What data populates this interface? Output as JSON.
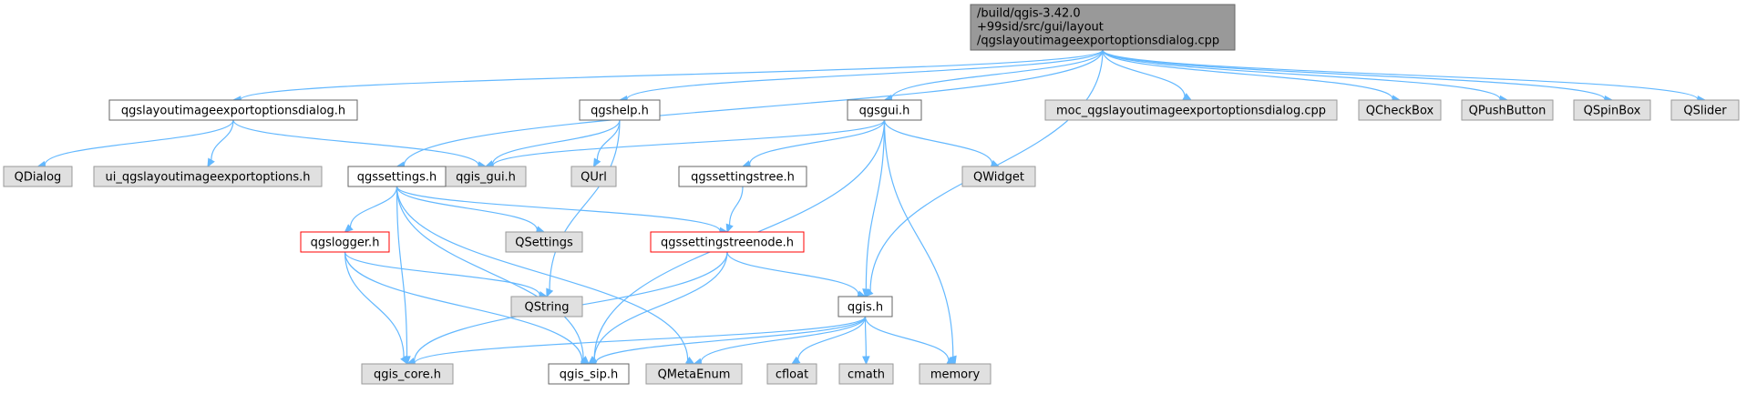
{
  "colors": {
    "root_fill": "#999999",
    "external_fill": "#e0e0e0",
    "external_stroke": "#999999",
    "doc_fill": "#ffffff",
    "doc_stroke": "#666666",
    "truncated_stroke": "#ff0000",
    "edge": "#63b8ff"
  },
  "nodes": [
    {
      "id": "root",
      "kind": "root",
      "lines": [
        "/build/qgis-3.42.0",
        "+99sid/src/gui/layout",
        "/qgslayoutimageexportoptionsdialog.cpp"
      ]
    },
    {
      "id": "dialog_h",
      "kind": "doc",
      "lines": [
        "qgslayoutimageexportoptionsdialog.h"
      ]
    },
    {
      "id": "qgshelp",
      "kind": "doc",
      "lines": [
        "qgshelp.h"
      ]
    },
    {
      "id": "qgsgui",
      "kind": "doc",
      "lines": [
        "qgsgui.h"
      ]
    },
    {
      "id": "moc",
      "kind": "external",
      "lines": [
        "moc_qgslayoutimageexportoptionsdialog.cpp"
      ]
    },
    {
      "id": "qcheckbox",
      "kind": "external",
      "lines": [
        "QCheckBox"
      ]
    },
    {
      "id": "qpushbutton",
      "kind": "external",
      "lines": [
        "QPushButton"
      ]
    },
    {
      "id": "qspinbox",
      "kind": "external",
      "lines": [
        "QSpinBox"
      ]
    },
    {
      "id": "qslider",
      "kind": "external",
      "lines": [
        "QSlider"
      ]
    },
    {
      "id": "qdialog",
      "kind": "external",
      "lines": [
        "QDialog"
      ]
    },
    {
      "id": "ui_h",
      "kind": "external",
      "lines": [
        "ui_qgslayoutimageexportoptions.h"
      ]
    },
    {
      "id": "qgis_gui",
      "kind": "external",
      "lines": [
        "qgis_gui.h"
      ]
    },
    {
      "id": "qurl",
      "kind": "external",
      "lines": [
        "QUrl"
      ]
    },
    {
      "id": "qgssettings",
      "kind": "doc",
      "lines": [
        "qgssettings.h"
      ]
    },
    {
      "id": "settingstree",
      "kind": "doc",
      "lines": [
        "qgssettingstree.h"
      ]
    },
    {
      "id": "qwidget",
      "kind": "external",
      "lines": [
        "QWidget"
      ]
    },
    {
      "id": "qgslogger",
      "kind": "truncated",
      "lines": [
        "qgslogger.h"
      ]
    },
    {
      "id": "qsettings",
      "kind": "external",
      "lines": [
        "QSettings"
      ]
    },
    {
      "id": "treenode",
      "kind": "truncated",
      "lines": [
        "qgssettingstreenode.h"
      ]
    },
    {
      "id": "qstring",
      "kind": "external",
      "lines": [
        "QString"
      ]
    },
    {
      "id": "qgis_h",
      "kind": "doc",
      "lines": [
        "qgis.h"
      ]
    },
    {
      "id": "qgis_core",
      "kind": "external",
      "lines": [
        "qgis_core.h"
      ]
    },
    {
      "id": "qgis_sip",
      "kind": "doc",
      "lines": [
        "qgis_sip.h"
      ]
    },
    {
      "id": "qmetaenum",
      "kind": "external",
      "lines": [
        "QMetaEnum"
      ]
    },
    {
      "id": "cfloat",
      "kind": "external",
      "lines": [
        "cfloat"
      ]
    },
    {
      "id": "cmath",
      "kind": "external",
      "lines": [
        "cmath"
      ]
    },
    {
      "id": "memory",
      "kind": "external",
      "lines": [
        "memory"
      ]
    }
  ],
  "edges": [
    [
      "root",
      "dialog_h"
    ],
    [
      "root",
      "qgshelp"
    ],
    [
      "root",
      "qgsgui"
    ],
    [
      "root",
      "moc"
    ],
    [
      "root",
      "qcheckbox"
    ],
    [
      "root",
      "qpushbutton"
    ],
    [
      "root",
      "qspinbox"
    ],
    [
      "root",
      "qslider"
    ],
    [
      "root",
      "qgssettings"
    ],
    [
      "root",
      "qgis_h"
    ],
    [
      "dialog_h",
      "qdialog"
    ],
    [
      "dialog_h",
      "ui_h"
    ],
    [
      "dialog_h",
      "qgis_gui"
    ],
    [
      "qgshelp",
      "qgis_gui"
    ],
    [
      "qgshelp",
      "qurl"
    ],
    [
      "qgshelp",
      "qstring"
    ],
    [
      "qgsgui",
      "qgis_gui"
    ],
    [
      "qgsgui",
      "settingstree"
    ],
    [
      "qgsgui",
      "qwidget"
    ],
    [
      "qgsgui",
      "qgis_h"
    ],
    [
      "qgsgui",
      "qgis_sip"
    ],
    [
      "qgsgui",
      "memory"
    ],
    [
      "settingstree",
      "treenode"
    ],
    [
      "qgssettings",
      "qgslogger"
    ],
    [
      "qgssettings",
      "qsettings"
    ],
    [
      "qgssettings",
      "treenode"
    ],
    [
      "qgssettings",
      "qgis_core"
    ],
    [
      "qgssettings",
      "qgis_sip"
    ],
    [
      "qgssettings",
      "qmetaenum"
    ],
    [
      "qgslogger",
      "qstring"
    ],
    [
      "qgslogger",
      "qgis_core"
    ],
    [
      "qgslogger",
      "qgis_sip"
    ],
    [
      "treenode",
      "qgis_h"
    ],
    [
      "treenode",
      "qgis_core"
    ],
    [
      "treenode",
      "qgis_sip"
    ],
    [
      "qgis_h",
      "qgis_core"
    ],
    [
      "qgis_h",
      "qgis_sip"
    ],
    [
      "qgis_h",
      "qmetaenum"
    ],
    [
      "qgis_h",
      "cfloat"
    ],
    [
      "qgis_h",
      "cmath"
    ],
    [
      "qgis_h",
      "memory"
    ]
  ]
}
